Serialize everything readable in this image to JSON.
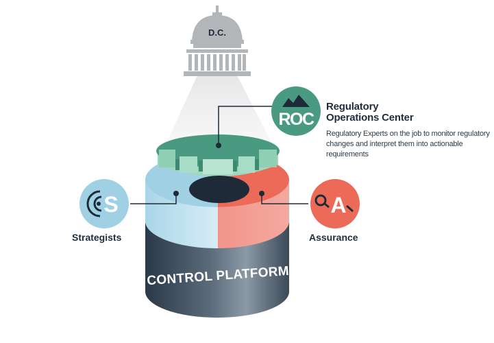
{
  "capitol": {
    "label": "D.C."
  },
  "roc": {
    "badge": "ROC",
    "title_line1": "Regulatory",
    "title_line2": "Operations Center",
    "description": "Regulatory Experts on the job to monitor regulatory changes and interpret them into actionable requirements"
  },
  "strategists": {
    "badge": "S",
    "label": "Strategists"
  },
  "assurance": {
    "badge": "A",
    "label": "Assurance"
  },
  "platform": {
    "label": "CONTROL PLATFORM"
  },
  "colors": {
    "teal": "#4a9a82",
    "blue": "#9fd0e4",
    "coral": "#ec6b58",
    "navy": "#1e2a38",
    "capitol": "#b3b6b9"
  }
}
